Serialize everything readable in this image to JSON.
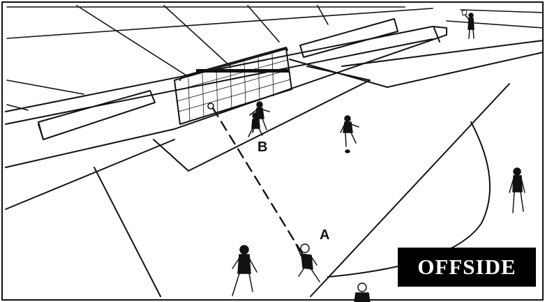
{
  "diagram": {
    "labels": {
      "player_a": "A",
      "player_b": "B"
    },
    "badge_text": "OFFSIDE",
    "colors": {
      "ink": "#111111",
      "paper": "#ffffff",
      "badge_bg": "#000000",
      "badge_text": "#ffffff"
    }
  }
}
